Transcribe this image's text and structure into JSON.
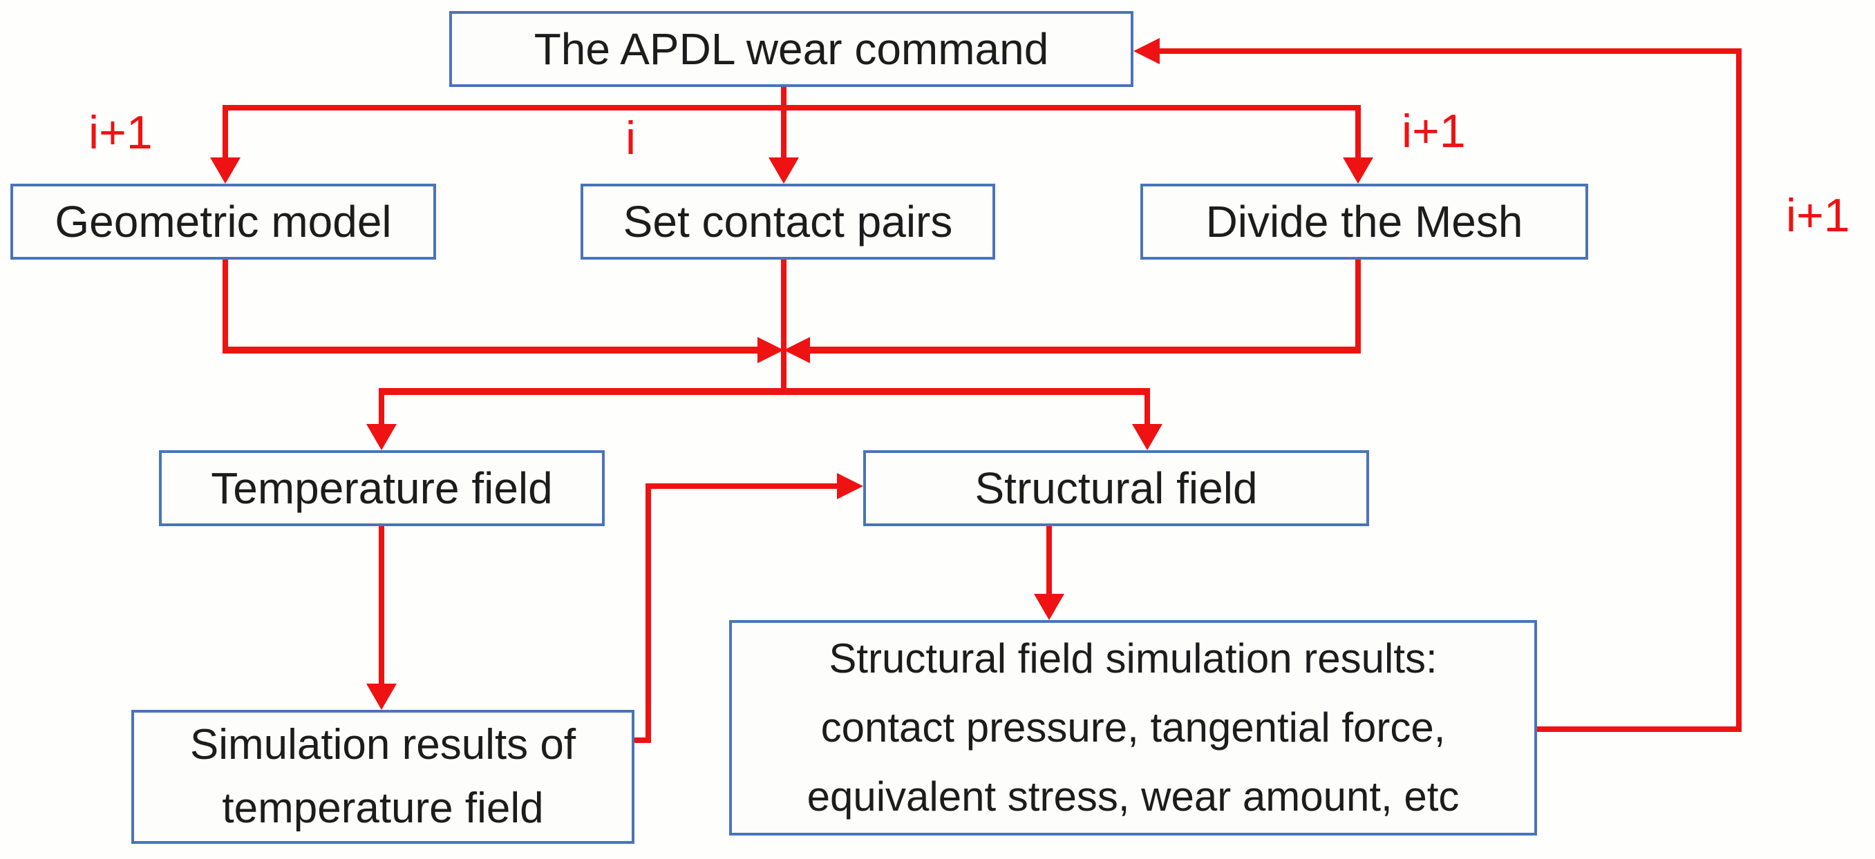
{
  "diagram": {
    "boxes": {
      "apdl": {
        "label": "The APDL wear command"
      },
      "geometric": {
        "label": "Geometric model"
      },
      "contact": {
        "label": "Set contact pairs"
      },
      "mesh": {
        "label": "Divide the Mesh"
      },
      "temperature": {
        "label": "Temperature field"
      },
      "structural": {
        "label": "Structural field"
      },
      "temp_results": {
        "lines": [
          "Simulation results of",
          "temperature field"
        ]
      },
      "struct_results": {
        "lines": [
          "Structural field simulation results:",
          "contact pressure, tangential force,",
          "equivalent stress, wear amount, etc"
        ]
      }
    },
    "iteration_labels": {
      "geometric": "i+1",
      "contact": "i",
      "mesh": "i+1",
      "loop": "i+1"
    },
    "colors": {
      "arrow_red": "#ee1212",
      "box_border_blue": "#4a74ba",
      "text": "#1c1c1c"
    }
  }
}
